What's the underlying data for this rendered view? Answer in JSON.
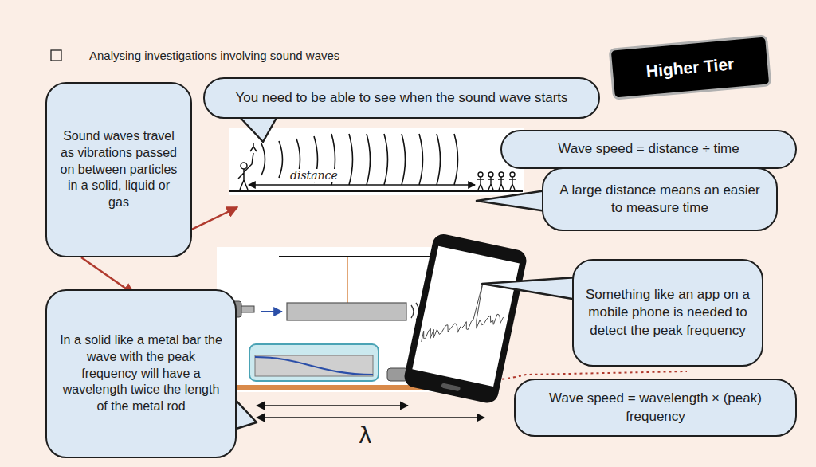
{
  "diagram": {
    "nodes": [
      {
        "text": [
          "Higher Tier"
        ]
      },
      {
        "text": [
          "You need to be able to see when the sound wave starts"
        ]
      },
      {
        "text": [
          "Sound waves travel as vibrations passed on between particles in a solid, liquid or gas"
        ]
      },
      {
        "text": [
          "Wave speed = distance ÷ time"
        ]
      },
      {
        "text": [
          "A large distance means an easier to measure time"
        ]
      },
      {
        "text": [
          "Something like an app on a mobile phone is needed to detect the peak frequency"
        ]
      },
      {
        "text": [
          "In a solid like a metal bar the wave with the peak frequency will have a wavelength twice the length of the metal rod"
        ]
      },
      {
        "text": [
          "Wave speed = wavelength × (peak) frequency"
        ]
      }
    ],
    "labels": [
      "Analysing investigations involving sound waves",
      "distance",
      "λ"
    ]
  }
}
